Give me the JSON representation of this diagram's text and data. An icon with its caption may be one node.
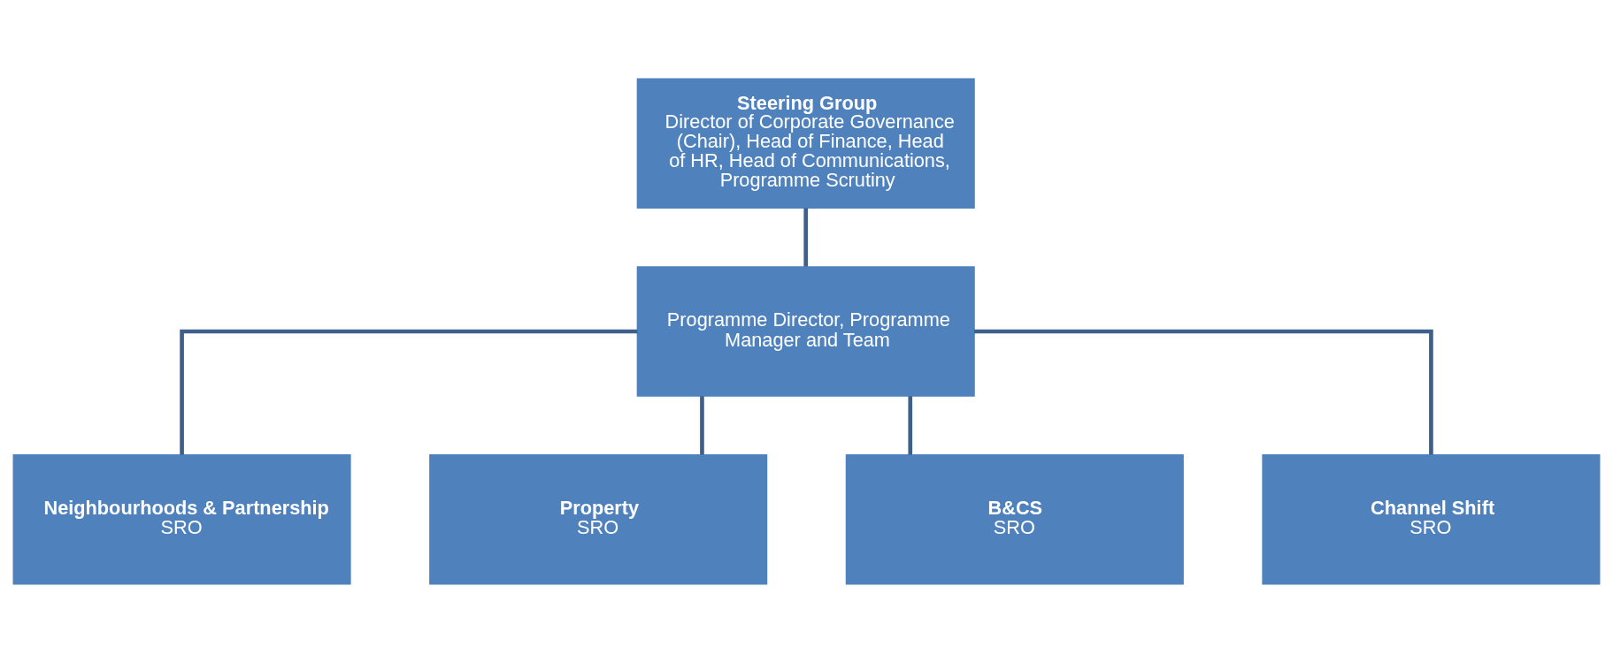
{
  "diagram": {
    "nodes": [
      {
        "text": [
          "Steering Group",
          "Director of Corporate Governance (Chair), Head of Finance, Head of HR, Head of Communications, Programme Scrutiny"
        ]
      },
      {
        "text": [
          "Programme Director, Programme Manager and Team"
        ]
      },
      {
        "text": [
          "Neighbourhoods & Partnership",
          "SRO"
        ]
      },
      {
        "text": [
          "Property",
          "SRO"
        ]
      },
      {
        "text": [
          "B&CS",
          "SRO"
        ]
      },
      {
        "text": [
          "Channel Shift",
          "SRO"
        ]
      }
    ],
    "edges": [
      {
        "from": 0,
        "to": 1,
        "arrow": "none"
      },
      {
        "from": 1,
        "to": 2,
        "arrow": "none"
      },
      {
        "from": 1,
        "to": 3,
        "arrow": "none"
      },
      {
        "from": 1,
        "to": 4,
        "arrow": "none"
      },
      {
        "from": 1,
        "to": 5,
        "arrow": "none"
      }
    ]
  }
}
